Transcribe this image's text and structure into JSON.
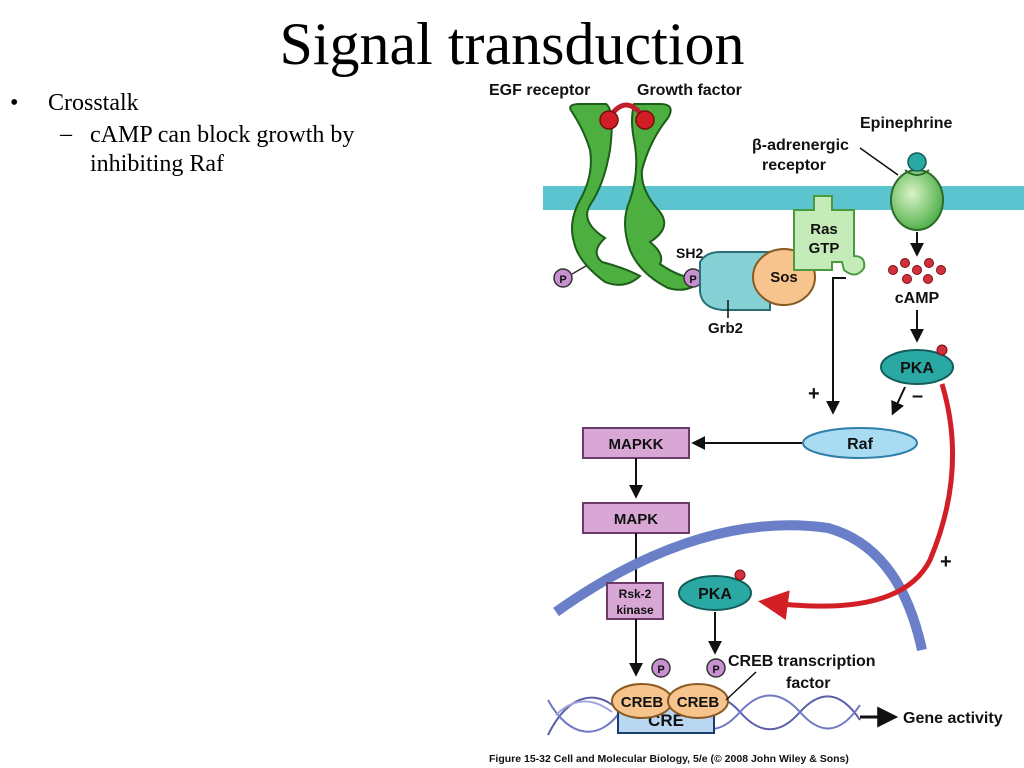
{
  "title": "Signal transduction",
  "bullets": {
    "level1": {
      "marker": "•",
      "text": "Crosstalk"
    },
    "level2": {
      "marker": "–",
      "text": "cAMP can block growth by inhibiting Raf"
    }
  },
  "diagram": {
    "egf_receptor": "EGF receptor",
    "growth_factor": "Growth factor",
    "epinephrine": "Epinephrine",
    "beta_receptor_line1": "β-adrenergic",
    "beta_receptor_line2": "receptor",
    "sh2": "SH2",
    "phospho": "P",
    "ras": "Ras",
    "gtp": "GTP",
    "sos": "Sos",
    "grb2": "Grb2",
    "camp": "cAMP",
    "pka": "PKA",
    "plus": "+",
    "minus": "–",
    "raf": "Raf",
    "mapkk": "MAPKK",
    "mapk": "MAPK",
    "rsk2_line1": "Rsk-2",
    "rsk2_line2": "kinase",
    "creb": "CREB",
    "cre": "CRE",
    "creb_tf_line1": "CREB transcription",
    "creb_tf_line2": "factor",
    "gene_activity": "Gene activity",
    "caption": "Figure 15-32  Cell and Molecular Biology, 5/e (© 2008 John Wiley & Sons)"
  },
  "colors": {
    "receptor_green": "#4caf3f",
    "membrane_cyan": "#5bc4cf",
    "pka_teal": "#2aa9a4",
    "raf_blue": "#a9dcf2",
    "kinase_pink": "#d9a7d6",
    "sos_orange": "#f7c48e",
    "grb2_teal": "#86d1d5",
    "ras_green": "#c5ecb8",
    "red_arrow": "#d21f26",
    "nucleus_blue": "#6a7fc8",
    "phospho_purple": "#c890d0"
  }
}
